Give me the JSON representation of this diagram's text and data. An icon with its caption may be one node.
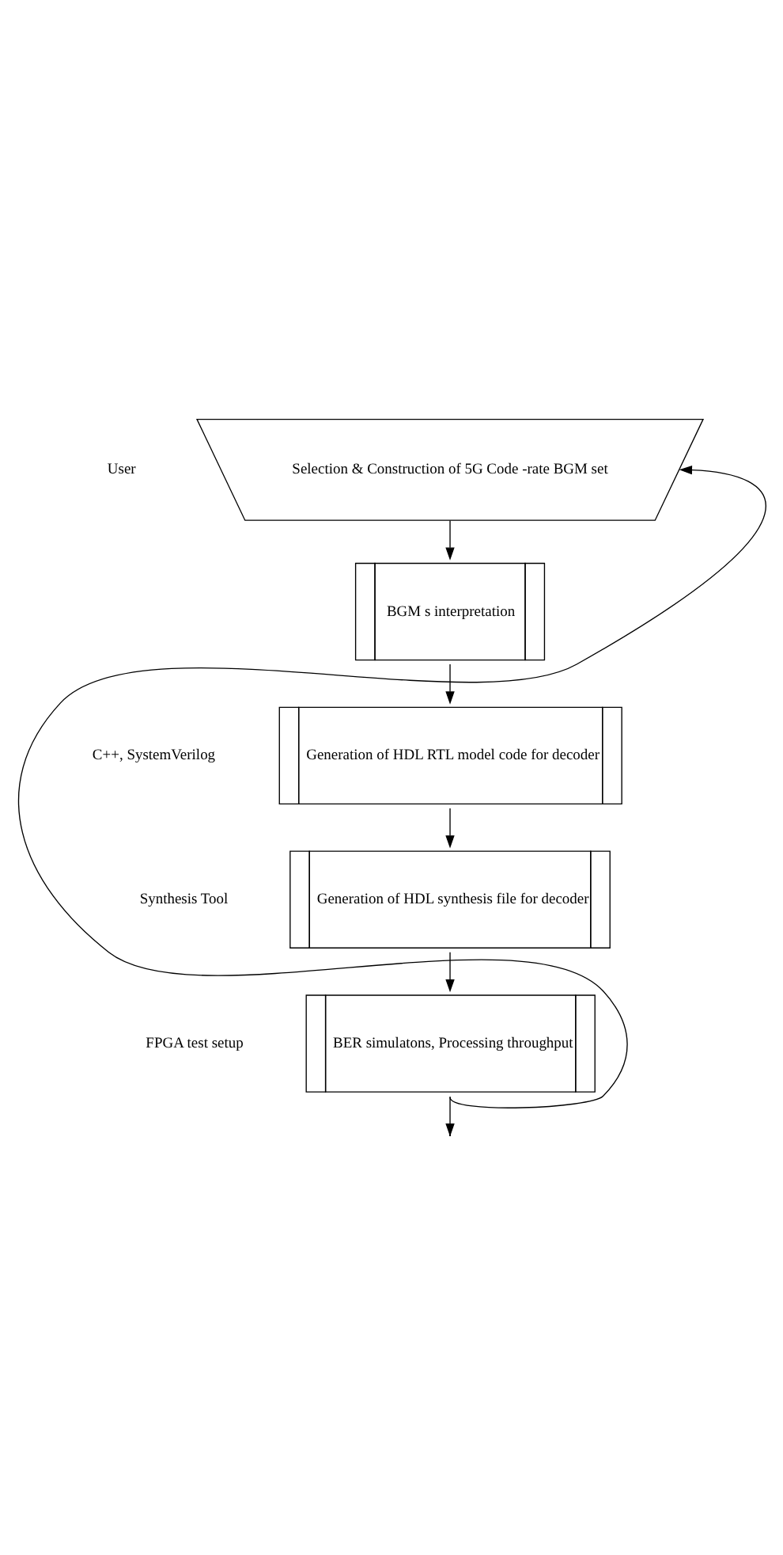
{
  "diagram": {
    "nodes": [
      {
        "text": [
          "Selection & Construction of 5G Code -rate BGM set"
        ]
      },
      {
        "text": [
          "BGM s interpretation"
        ]
      },
      {
        "text": [
          "Generation of HDL RTL model code for decoder"
        ]
      },
      {
        "text": [
          "Generation of HDL synthesis file for decoder"
        ]
      },
      {
        "text": [
          "BER simulatons, Processing throughput"
        ]
      }
    ],
    "edges": [
      {
        "from": 0,
        "to": 1,
        "arrow": "to"
      },
      {
        "from": 1,
        "to": 2,
        "arrow": "to"
      },
      {
        "from": 2,
        "to": 3,
        "arrow": "to"
      },
      {
        "from": 3,
        "to": 4,
        "arrow": "to"
      },
      {
        "from": 4,
        "to": null,
        "arrow": "to"
      },
      {
        "from": 4,
        "to": 0,
        "arrow": "to"
      }
    ],
    "labels": [
      "User",
      "C++, SystemVerilog",
      "Synthesis Tool",
      "FPGA test setup"
    ]
  }
}
